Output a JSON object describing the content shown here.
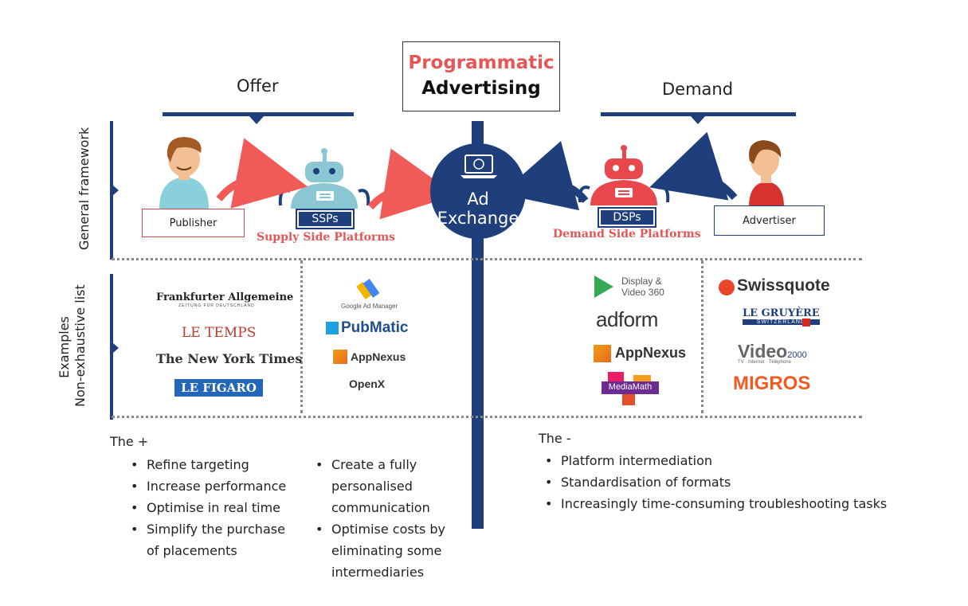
{
  "title": {
    "line1": "Programmatic",
    "line2": "Advertising"
  },
  "headers": {
    "offer": "Offer",
    "demand": "Demand"
  },
  "row_labels": {
    "framework": "General framework",
    "examples_line1": "Examples",
    "examples_line2": "Non-exhaustive list"
  },
  "framework": {
    "publisher": "Publisher",
    "ssp_short": "SSPs",
    "ssp_long": "Supply Side Platforms",
    "ad_exchange_line1": "Ad",
    "ad_exchange_line2": "Exchange",
    "dsp_short": "DSPs",
    "dsp_long": "Demand Side Platforms",
    "advertiser": "Advertiser"
  },
  "examples": {
    "publishers": [
      "Frankfurter Allgemeine",
      "ZEITUNG FÜR DEUTSCHLAND",
      "LE TEMPS",
      "The New York Times",
      "LE FIGARO"
    ],
    "ssps": [
      "Google Ad Manager",
      "PubMatic",
      "AppNexus",
      "OpenX"
    ],
    "dsps": [
      "Display &",
      "Video 360",
      "adform",
      "AppNexus",
      "MediaMath"
    ],
    "advertisers": [
      "Swissquote",
      "LE GRUYÈRE",
      "SWITZERLAND",
      "Video",
      "2000",
      "TV · Internet · Téléphone",
      "MIGROS"
    ]
  },
  "pros": {
    "label": "The +",
    "col1": [
      "Refine targeting",
      "Increase performance",
      "Optimise in real time",
      "Simplify the purchase of placements"
    ],
    "col2": [
      "Create a fully personalised communication",
      "Optimise costs by eliminating some intermediaries"
    ]
  },
  "cons": {
    "label": "The -",
    "items": [
      "Platform intermediation",
      "Standardisation of formats",
      "Increasingly time-consuming troubleshooting tasks"
    ]
  },
  "colors": {
    "navy": "#1f3e7c",
    "accent_red": "#e45757",
    "robot_teal": "#8ac7d3",
    "robot_red": "#e8484b"
  }
}
